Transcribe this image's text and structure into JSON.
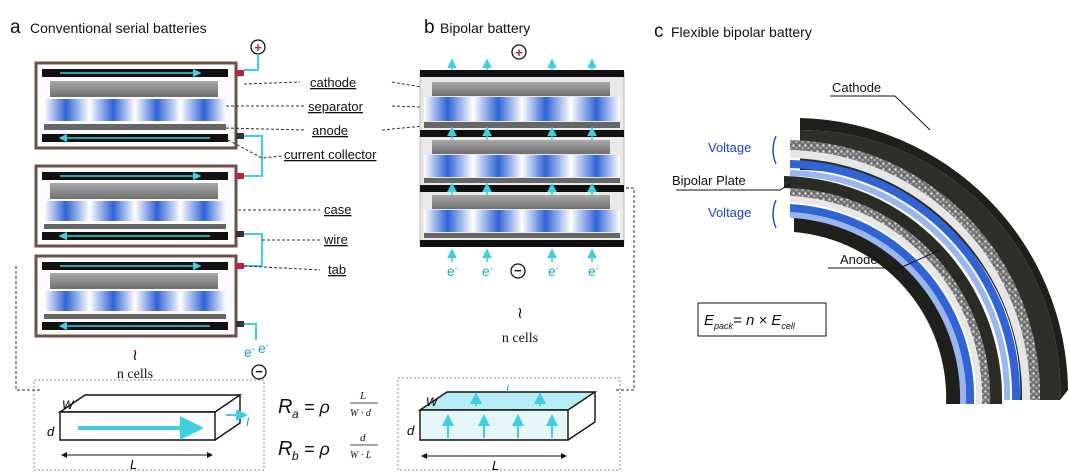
{
  "panels": {
    "a": {
      "letter": "a",
      "title": "Conventional serial batteries"
    },
    "b": {
      "letter": "b",
      "title": "Bipolar battery"
    },
    "c": {
      "letter": "c",
      "title": "Flexible bipolar battery"
    }
  },
  "labels": {
    "cathode": "cathode",
    "separator": "separator",
    "anode": "anode",
    "current_collector": "current collector",
    "case": "case",
    "wire": "wire",
    "tab": "tab"
  },
  "symbols": {
    "plus": "+",
    "minus": "−",
    "electron": "e",
    "electron_sup": "-",
    "tilde": "≀",
    "n_cells": "n cells"
  },
  "flexible": {
    "cathode": "Cathode",
    "anode": "Anode",
    "bipolar_plate": "Bipolar Plate",
    "voltage_top": "Voltage",
    "voltage_bottom": "Voltage",
    "equation": {
      "E": "E",
      "pack_sub": "pack",
      "mid": "= n × ",
      "E2": "E",
      "cell_sub": "cell"
    }
  },
  "formulas": {
    "Ra": {
      "R": "R",
      "sub": "a",
      "eq": "= ρ",
      "num": "L",
      "den": "W · d"
    },
    "Rb": {
      "R": "R",
      "sub": "b",
      "eq": "= ρ",
      "num": "d",
      "den": "W · L"
    }
  },
  "dims": {
    "w": "W",
    "d": "d",
    "L": "L",
    "I": "I"
  },
  "colors": {
    "case": "#6b5148",
    "cathode_gray": "#8a8a8a",
    "separator_blue": "#2f63d6",
    "arrow_cyan": "#3fd0e0",
    "plus_red": "#c0203a",
    "voltage_blue": "#1f3fd6",
    "plate_dark": "#2b2b26"
  }
}
